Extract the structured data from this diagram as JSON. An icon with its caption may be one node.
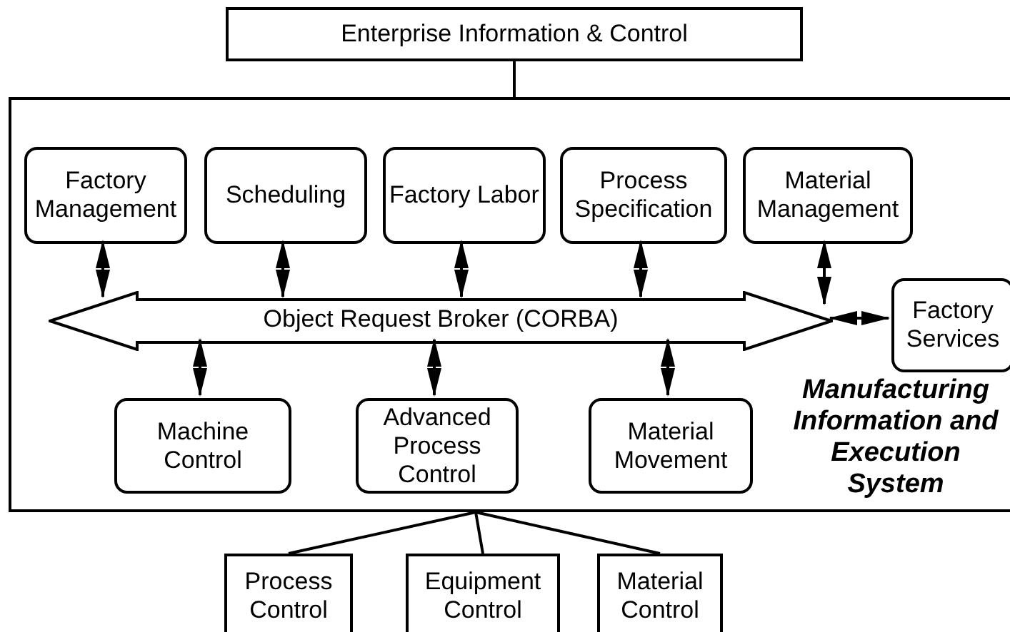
{
  "diagram": {
    "nodes": [
      {
        "text": [
          "Enterprise Information & Control"
        ]
      },
      {
        "text": [
          "Manufacturing Information and Execution System"
        ]
      },
      {
        "text": [
          "Factory Management"
        ],
        "in": 1
      },
      {
        "text": [
          "Scheduling"
        ],
        "in": 1
      },
      {
        "text": [
          "Factory Labor"
        ],
        "in": 1
      },
      {
        "text": [
          "Process Specification"
        ],
        "in": 1
      },
      {
        "text": [
          "Material Management"
        ],
        "in": 1
      },
      {
        "text": [
          "Object Request Broker (CORBA)"
        ],
        "in": 1
      },
      {
        "text": [
          "Factory Services"
        ],
        "in": 1
      },
      {
        "text": [
          "Machine Control"
        ],
        "in": 1
      },
      {
        "text": [
          "Advanced Process Control"
        ],
        "in": 1
      },
      {
        "text": [
          "Material Movement"
        ],
        "in": 1
      },
      {
        "text": [
          "Process Control"
        ]
      },
      {
        "text": [
          "Equipment Control"
        ]
      },
      {
        "text": [
          "Material Control"
        ]
      }
    ],
    "edges": [
      {
        "from": 0,
        "to": 1,
        "arrow": "none"
      },
      {
        "from": 2,
        "to": 7,
        "arrow": "both"
      },
      {
        "from": 3,
        "to": 7,
        "arrow": "both"
      },
      {
        "from": 4,
        "to": 7,
        "arrow": "both"
      },
      {
        "from": 5,
        "to": 7,
        "arrow": "both"
      },
      {
        "from": 6,
        "to": 7,
        "arrow": "both"
      },
      {
        "from": 7,
        "to": 8,
        "arrow": "both"
      },
      {
        "from": 7,
        "to": 9,
        "arrow": "both"
      },
      {
        "from": 7,
        "to": 10,
        "arrow": "both"
      },
      {
        "from": 7,
        "to": 11,
        "arrow": "both"
      },
      {
        "from": 1,
        "to": 12,
        "arrow": "none"
      },
      {
        "from": 1,
        "to": 13,
        "arrow": "none"
      },
      {
        "from": 1,
        "to": 14,
        "arrow": "none"
      }
    ]
  }
}
